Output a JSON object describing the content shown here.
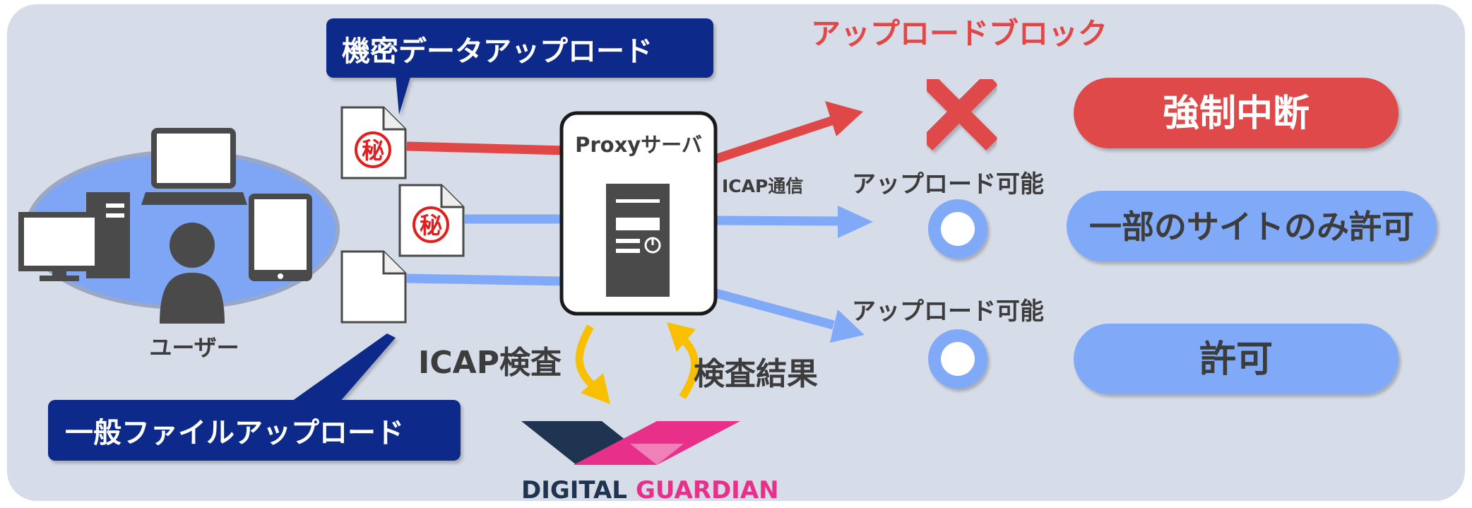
{
  "callouts": {
    "secret_upload": "機密データアップロード",
    "general_upload": "一般ファイルアップロード"
  },
  "headings": {
    "upload_block": "アップロードブロック",
    "upload_possible_1": "アップロード可能",
    "upload_possible_2": "アップロード可能"
  },
  "user_label": "ユーザー",
  "proxy": {
    "title": "Proxyサーバ",
    "icap_comm": "ICAP通信"
  },
  "icap": {
    "inspect": "ICAP検査",
    "result": "検査結果"
  },
  "file_seal": "秘",
  "results": {
    "force_stop": "強制中断",
    "partial_allow": "一部のサイトのみ許可",
    "allow": "許可"
  },
  "logo": {
    "part1": "DIGITAL",
    "part2": "GUARDIAN"
  },
  "colors": {
    "background": "#d6dce8",
    "navy": "#0a2a8a",
    "red": "#e04848",
    "blue": "#80aaf8",
    "gold": "#f8c000",
    "dark_gray": "#4a4a4a",
    "logo_navy": "#1e3450",
    "logo_pink": "#e8308a"
  }
}
